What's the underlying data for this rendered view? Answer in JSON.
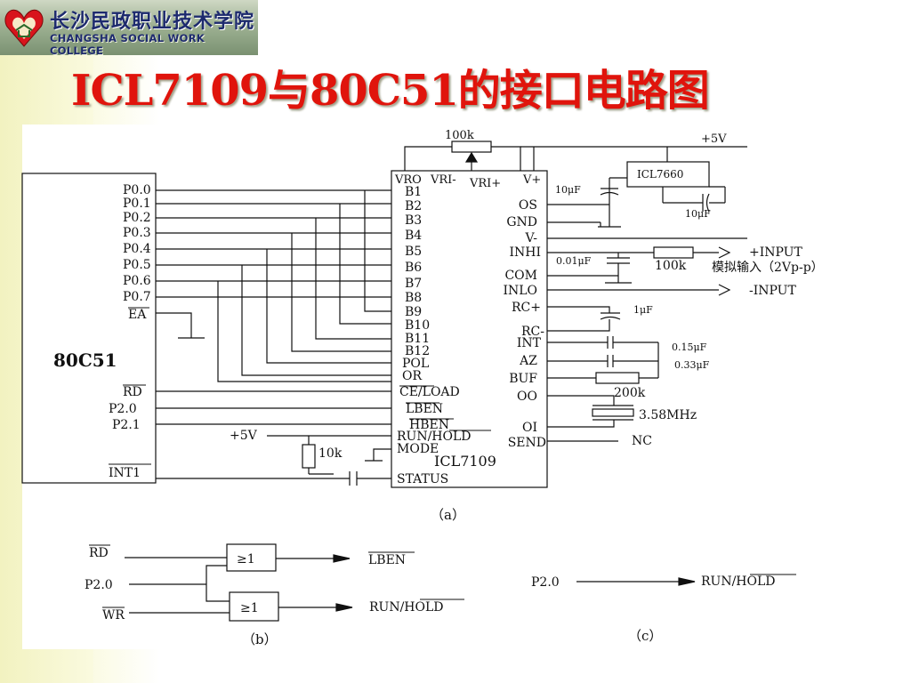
{
  "header": {
    "college_name_cn": "长沙民政职业技术学院",
    "college_name_en": "CHANGSHA SOCIAL WORK COLLEGE",
    "logo_icon": "heart-logo-icon"
  },
  "title": "ICL7109与80C51的接口电路图",
  "mcu": {
    "name": "80C51",
    "pins_port0": [
      "P0.0",
      "P0.1",
      "P0.2",
      "P0.3",
      "P0.4",
      "P0.5",
      "P0.6",
      "P0.7"
    ],
    "pin_ea": "EA",
    "pin_rd": "RD",
    "pin_p20": "P2.0",
    "pin_p21": "P2.1",
    "pin_int1": "INT1"
  },
  "adc": {
    "name": "ICL7109",
    "top_pins": [
      "VRO",
      "VRI-",
      "VRI+",
      "V+"
    ],
    "bits": [
      "B1",
      "B2",
      "B3",
      "B4",
      "B5",
      "B6",
      "B7",
      "B8",
      "B9",
      "B10",
      "B11",
      "B12"
    ],
    "left_pins": [
      "POL",
      "OR",
      "CE/LOAD",
      "LBEN",
      "HBEN",
      "RUN/HOLD",
      "MODE",
      "STATUS"
    ],
    "right_pins": [
      "OS",
      "GND",
      "V-",
      "INHI",
      "COM",
      "INLO",
      "RC+",
      "RC-",
      "INT",
      "AZ",
      "BUF",
      "OO",
      "OI",
      "SEND"
    ]
  },
  "components": {
    "pot": "100k",
    "vplus": "+5V",
    "vplus_left": "+5V",
    "icl7660": "ICL7660",
    "cap_10uf_a": "10μF",
    "cap_10uf_b": "10μF",
    "cap_001uf": "0.01μF",
    "res_100k": "100k",
    "input_pos": "+INPUT",
    "analog_input": "模拟输入（2Vp-p）",
    "input_neg": "-INPUT",
    "cap_1uf": "1μF",
    "cap_015uf": "0.15μF",
    "cap_033uf": "0.33μF",
    "res_200k": "200k",
    "crystal": "3.58MHz",
    "nc": "NC",
    "res_10k": "10k"
  },
  "captions": {
    "a": "（a）",
    "b": "（b）",
    "c": "（c）"
  },
  "logic_b": {
    "in_rd": "RD",
    "in_p20": "P2.0",
    "in_wr": "WR",
    "gate1": "≥1",
    "gate2": "≥1",
    "out1": "LBEN",
    "out2": "RUN/HOLD"
  },
  "logic_c": {
    "in": "P2.0",
    "out": "RUN/HOLD"
  },
  "colors": {
    "title": "#e0140c",
    "college": "#1d2a6e",
    "line": "#111111"
  }
}
